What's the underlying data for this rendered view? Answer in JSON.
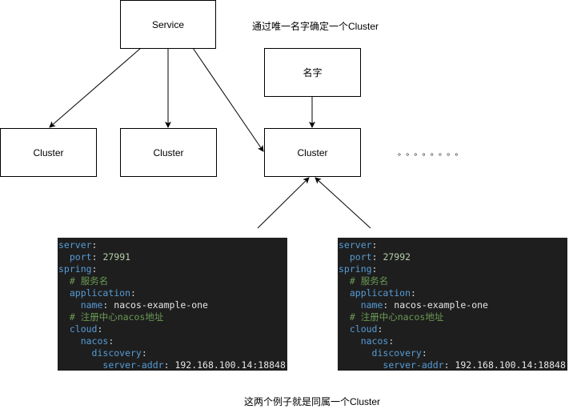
{
  "diagram": {
    "nodes": {
      "service": {
        "label": "Service"
      },
      "cluster_1": {
        "label": "Cluster"
      },
      "cluster_2": {
        "label": "Cluster"
      },
      "cluster_3": {
        "label": "Cluster"
      },
      "name": {
        "label": "名字"
      }
    },
    "annotations": {
      "unique_name": "通过唯一名字确定一个Cluster",
      "ellipsis": "。。。。。。。。",
      "same_cluster": "这两个例子就是同属一个Cluster"
    },
    "edges": [
      {
        "from": "service",
        "to": "cluster_1"
      },
      {
        "from": "service",
        "to": "cluster_2"
      },
      {
        "from": "service",
        "to": "cluster_3"
      },
      {
        "from": "name",
        "to": "cluster_3"
      },
      {
        "from": "code_left",
        "to": "cluster_3"
      },
      {
        "from": "code_right",
        "to": "cluster_3"
      }
    ]
  },
  "code_left": {
    "lines": [
      {
        "key": "server",
        "indent": "",
        "value": ""
      },
      {
        "key": "port",
        "indent": "  ",
        "value": "27991",
        "value_type": "number"
      },
      {
        "key": "spring",
        "indent": "",
        "value": ""
      },
      {
        "comment": "# 服务名",
        "indent": "  "
      },
      {
        "key": "application",
        "indent": "  ",
        "value": ""
      },
      {
        "key": "name",
        "indent": "    ",
        "value": "nacos-example-one",
        "value_type": "string"
      },
      {
        "comment": "# 注册中心nacos地址",
        "indent": "  "
      },
      {
        "key": "cloud",
        "indent": "  ",
        "value": ""
      },
      {
        "key": "nacos",
        "indent": "    ",
        "value": ""
      },
      {
        "key": "discovery",
        "indent": "      ",
        "value": ""
      },
      {
        "key": "server-addr",
        "indent": "        ",
        "value": "192.168.100.14:18848",
        "value_type": "string"
      }
    ]
  },
  "code_right": {
    "lines": [
      {
        "key": "server",
        "indent": "",
        "value": ""
      },
      {
        "key": "port",
        "indent": "  ",
        "value": "27992",
        "value_type": "number"
      },
      {
        "key": "spring",
        "indent": "",
        "value": ""
      },
      {
        "comment": "# 服务名",
        "indent": "  "
      },
      {
        "key": "application",
        "indent": "  ",
        "value": ""
      },
      {
        "key": "name",
        "indent": "    ",
        "value": "nacos-example-one",
        "value_type": "string"
      },
      {
        "comment": "# 注册中心nacos地址",
        "indent": "  "
      },
      {
        "key": "cloud",
        "indent": "  ",
        "value": ""
      },
      {
        "key": "nacos",
        "indent": "    ",
        "value": ""
      },
      {
        "key": "discovery",
        "indent": "      ",
        "value": ""
      },
      {
        "key": "server-addr",
        "indent": "        ",
        "value": "192.168.100.14:18848",
        "value_type": "string"
      }
    ]
  },
  "colors": {
    "code_bg": "#1e1e1e",
    "yaml_key": "#569cd6",
    "yaml_number": "#b5cea8",
    "yaml_comment": "#6a9955",
    "yaml_string": "#e6e6e6"
  }
}
